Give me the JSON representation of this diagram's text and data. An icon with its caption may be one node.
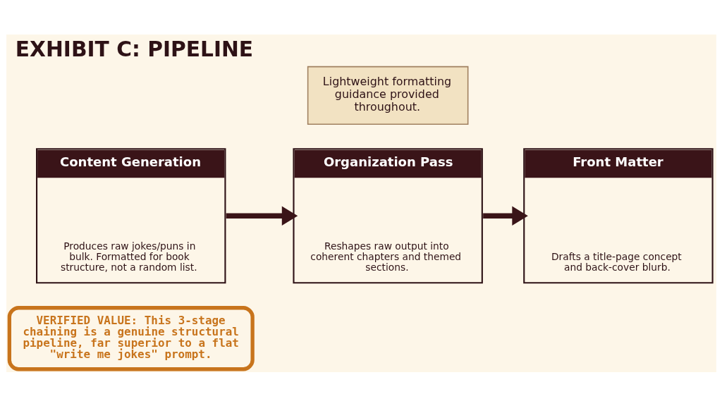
{
  "diagram": {
    "title": "EXHIBIT C: PIPELINE",
    "nodes": [
      {
        "text": [
          "Lightweight formatting guidance provided throughout."
        ]
      },
      {
        "text": [
          "Content Generation",
          "Produces raw jokes/puns in bulk. Formatted for book structure, not a random list."
        ]
      },
      {
        "text": [
          "Organization Pass",
          "Reshapes raw output into coherent chapters and themed sections."
        ]
      },
      {
        "text": [
          "Front Matter",
          "Drafts a title-page concept and back-cover blurb."
        ]
      },
      {
        "text": [
          "VERIFIED VALUE: This 3-stage chaining is a genuine structural pipeline, far superior to a flat \"write me jokes\" prompt."
        ]
      }
    ],
    "edges": [
      {
        "from": 1,
        "to": 2,
        "arrow": "to"
      },
      {
        "from": 2,
        "to": 3,
        "arrow": "to"
      }
    ]
  }
}
